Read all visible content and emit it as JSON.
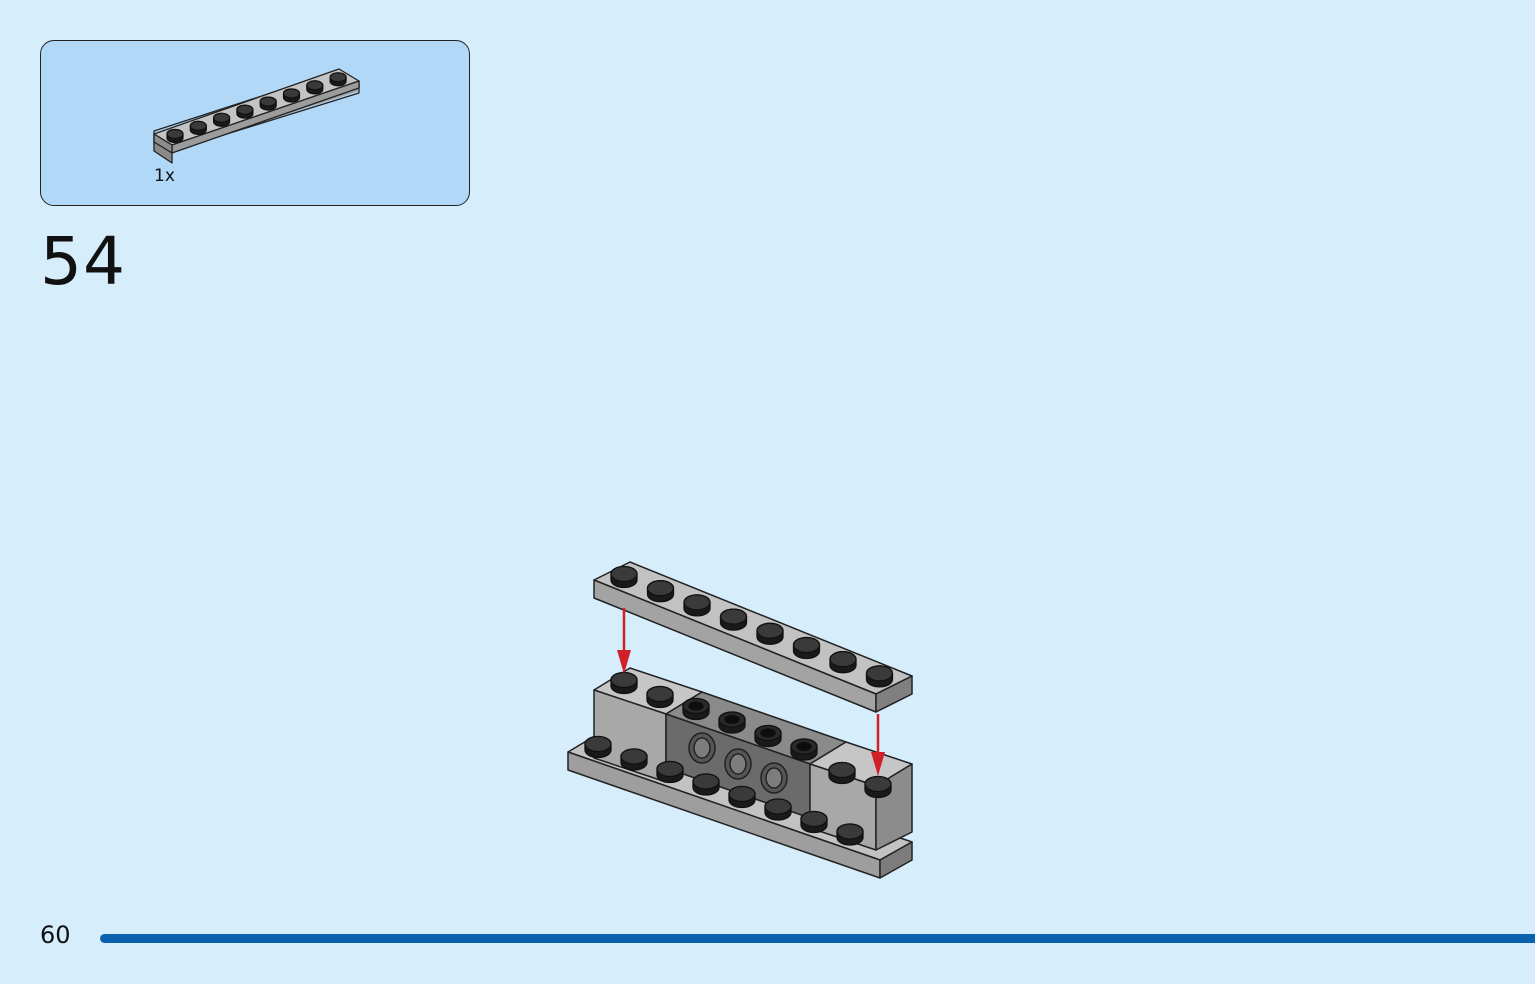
{
  "step": {
    "number": "54"
  },
  "parts_list": [
    {
      "part": "plate-1x8",
      "color": "#a3a3a3",
      "quantity_label": "1x"
    }
  ],
  "page": {
    "number": "60"
  },
  "colors": {
    "background": "#d6edfb",
    "parts_box": "#b2d8f7",
    "light_gray": "#a3a3a3",
    "dark_gray": "#6b6b6b",
    "arrow": "#d0202a",
    "page_bar": "#0a62ae"
  }
}
